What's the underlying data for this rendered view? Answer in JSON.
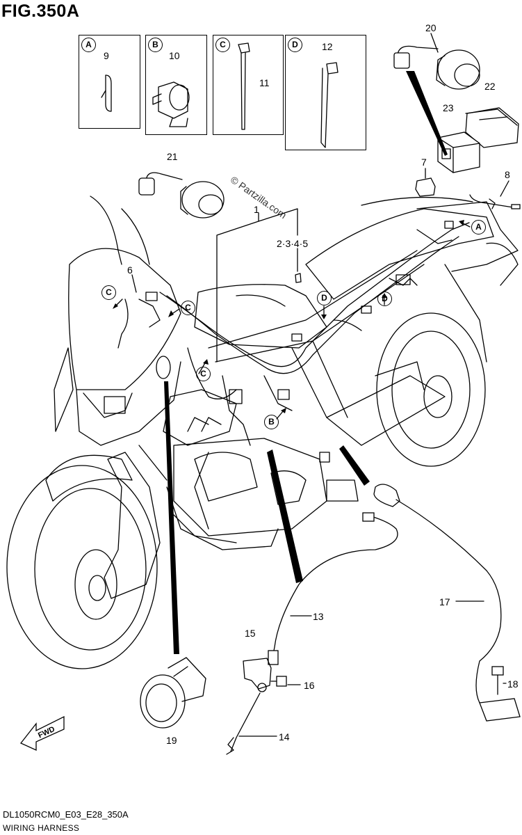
{
  "figure": {
    "title": "FIG.350A",
    "watermark": "© Partzilla.com",
    "footer_code": "DL1050RCM0_E03_E28_350A",
    "footer_name": "WIRING HARNESS",
    "fwd_label": "FWD"
  },
  "insets": [
    {
      "letter": "A",
      "part": "9"
    },
    {
      "letter": "B",
      "part": "10"
    },
    {
      "letter": "C",
      "part": "11"
    },
    {
      "letter": "D",
      "part": "12"
    }
  ],
  "parts": {
    "p1": "1",
    "p2345": "2·3·4·5",
    "p6": "6",
    "p7": "7",
    "p8": "8",
    "p13": "13",
    "p14": "14",
    "p15": "15",
    "p16": "16",
    "p17": "17",
    "p18": "18",
    "p19": "19",
    "p20": "20",
    "p21": "21",
    "p22": "22",
    "p23": "23"
  },
  "callouts": {
    "A": "A",
    "B": "B",
    "C": "C",
    "D": "D"
  }
}
